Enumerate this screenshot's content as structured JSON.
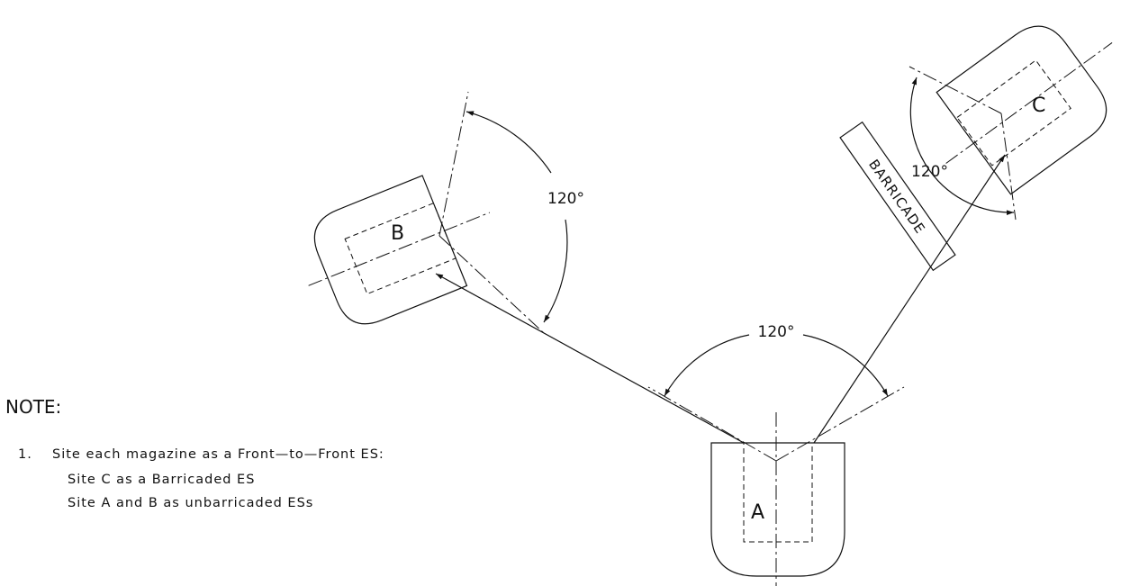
{
  "diagram": {
    "labels": {
      "site_a": "A",
      "site_b": "B",
      "site_c": "C",
      "barricade": "BARRICADE",
      "angle_b": "120°",
      "angle_c": "120°",
      "angle_a": "120°"
    }
  },
  "note": {
    "title": "NOTE:",
    "item_number": "1.",
    "item_text": "Site each magazine as a Front—to—Front ES:",
    "sub_1": "Site C as a Barricaded ES",
    "sub_2": "Site A and B as unbarricaded ESs"
  }
}
